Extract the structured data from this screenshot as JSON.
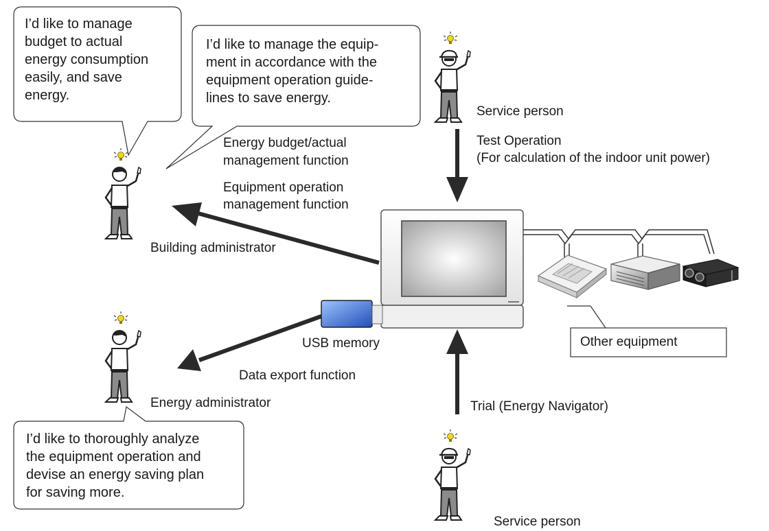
{
  "bubbles": {
    "building_budget": "I’d like to manage\nbudget to actual\nenergy consumption\neasily, and save\nenergy.",
    "building_equipment": "I’d like to manage the equip-\nment in accordance with the\nequipment operation guide-\nlines to save energy.",
    "energy_admin": "I’d like to thoroughly analyze\nthe equipment operation and\ndevise an energy saving plan\nfor saving more."
  },
  "people": {
    "building_admin": "Building administrator",
    "energy_admin": "Energy administrator",
    "service_top": "Service person",
    "service_bottom": "Service person"
  },
  "functions": {
    "budget_line1": "Energy budget/actual",
    "budget_line2": "management function",
    "equipment_line1": "Equipment operation",
    "equipment_line2": "management function",
    "data_export": "Data export function",
    "test_operation_line1": "Test Operation",
    "test_operation_line2": "(For calculation of the indoor unit power)",
    "trial": "Trial (Energy Navigator)"
  },
  "devices": {
    "usb_memory": "USB memory",
    "other_equipment": "Other equipment"
  }
}
